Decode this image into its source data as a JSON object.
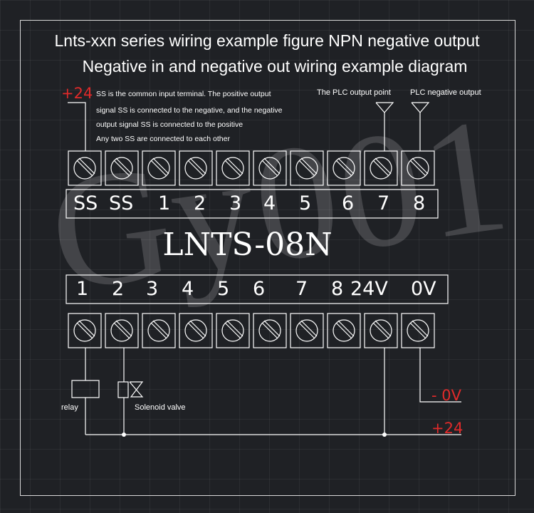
{
  "title_line1": "Lnts-xxn series wiring example figure NPN negative output",
  "title_line2": "Negative in and negative out wiring example diagram",
  "watermark": "Gy001",
  "supply_top": "+24",
  "notes": [
    "SS is the common input terminal. The positive output",
    "signal SS is connected to the negative, and the negative",
    "output signal SS is connected to the positive",
    "Any two SS are connected to each other"
  ],
  "plc_output_label": "The PLC output point",
  "plc_negative_label": "PLC negative output",
  "top_terminal_labels": [
    "SS",
    "SS",
    "1",
    "2",
    "3",
    "4",
    "5",
    "6",
    "7",
    "8"
  ],
  "model": "LNTS-08N",
  "bottom_terminal_labels": [
    "1",
    "2",
    "3",
    "4",
    "5",
    "6",
    "7",
    "8",
    "24V",
    "0V"
  ],
  "relay_label": "relay",
  "valve_label": "Solenoid valve",
  "minus_0v": "- 0V",
  "plus_24": "+24",
  "colors": {
    "background": "#1f2125",
    "lines": "#ffffff",
    "supply": "#e02a2a"
  }
}
